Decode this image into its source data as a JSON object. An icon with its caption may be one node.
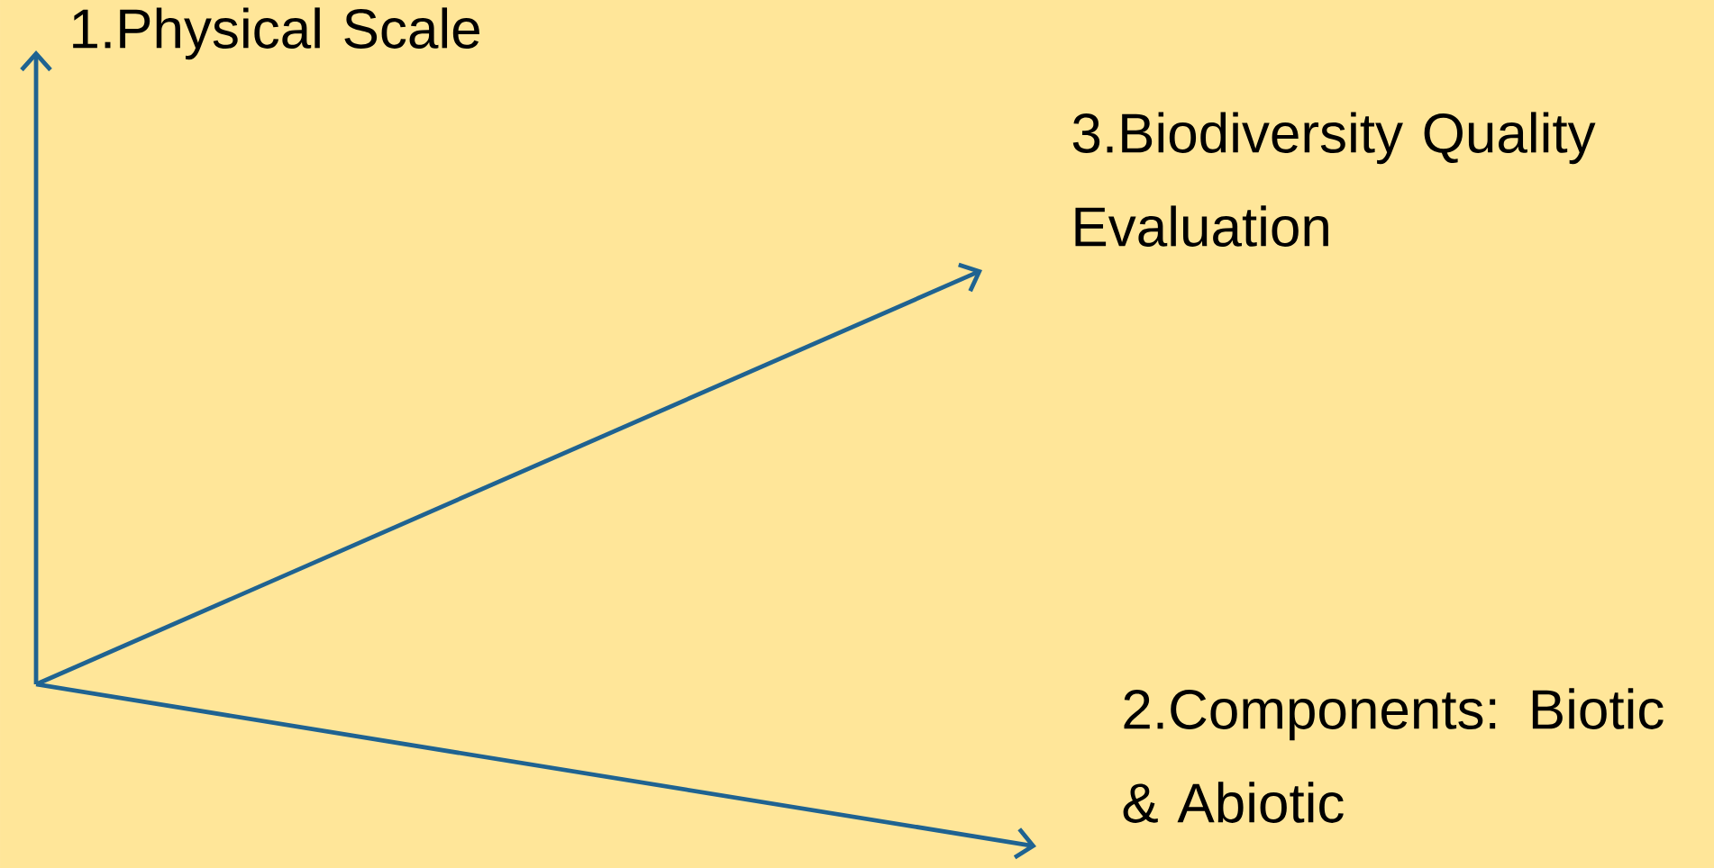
{
  "diagram": {
    "labels": [
      "1.Physical Scale",
      "3.Biodiversity Quality Evaluation",
      "2.Components: Biotic & Abiotic"
    ]
  }
}
